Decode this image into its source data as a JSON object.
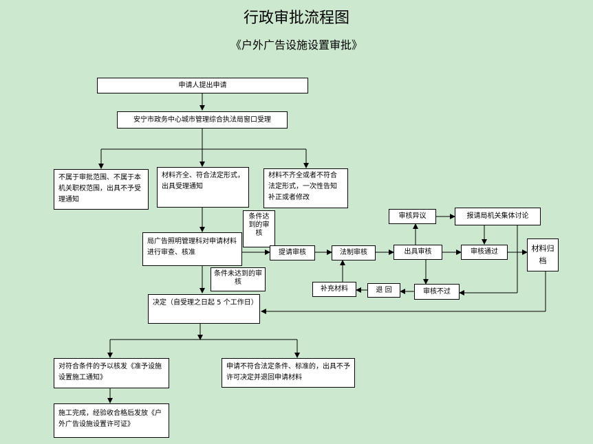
{
  "title": "行政审批流程图",
  "subtitle": "《户外广告设施设置审批》",
  "nodes": {
    "apply": "申请人提出申请",
    "window": "安宁市政务中心城市管理综合执法局窗口受理",
    "not_scope": "不属于审批范围、不属于本机关职权范围，出具不予受理通知",
    "accepted": "材料齐全、符合法定形式，出具受理通知",
    "incomplete": "材料不齐全或者不符合法定形式，一次性告知补正或者修改",
    "review": "局广告照明管理科对申请材料进行审查、核准",
    "cond_met": "条件达到的审核",
    "cond_not_met": "条件未达到的审核",
    "submit_review": "提请审核",
    "legal_review": "法制审核",
    "issue_review": "出具审核",
    "review_objection": "审核异议",
    "collective": "报请局机关集体讨论",
    "review_pass": "审核通过",
    "archive": "材料归档",
    "review_fail": "审核不过",
    "return": "退 回",
    "supplement": "补充材料",
    "decision": "决定（自受理之日起 5 个工作日）",
    "approve": "对符合条件的予以核发《准予设施设置施工通知》",
    "reject": "申请不符合法定条件、标准的，出具不予许可决定并退回申请材料",
    "complete": "施工完成，经验收合格后发放《户外广告设施设置许可证》"
  }
}
